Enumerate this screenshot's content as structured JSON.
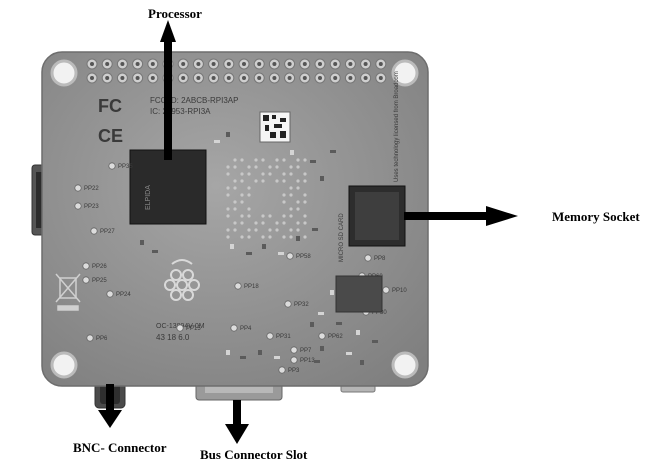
{
  "labels": {
    "processor": "Processor",
    "memory_socket": "Memory Socket",
    "bnc_connector": "BNC- Connector",
    "bus_connector_slot": "Bus Connector Slot"
  },
  "board": {
    "silkscreen": {
      "fcc_logo": "FC",
      "ce_logo": "CE",
      "fcc_id_line1": "FCC ID: 2ABCB-RPI3AP",
      "fcc_id_line2": "IC: 20953-RPI3A",
      "micro_sd": "MICRO SD CARD",
      "license_text": "Uses technology licensed from Broadcom",
      "batch_line1": "OC-13894V-0M",
      "batch_line2": "43 18 6.0",
      "chip_text": "ELPIDA"
    },
    "test_points": [
      "PP35",
      "PP22",
      "PP23",
      "PP27",
      "PP26",
      "PP25",
      "PP24",
      "PP6",
      "PP15",
      "PP4",
      "PP31",
      "PP7",
      "PP13",
      "PP3",
      "PP18",
      "PP32",
      "PP60",
      "PP8",
      "PP10",
      "PP30",
      "PP58",
      "PP62"
    ]
  },
  "colors": {
    "background": "#ffffff",
    "board": "#8e8e8e",
    "arrow": "#000000",
    "chip": "#2a2a2a"
  }
}
